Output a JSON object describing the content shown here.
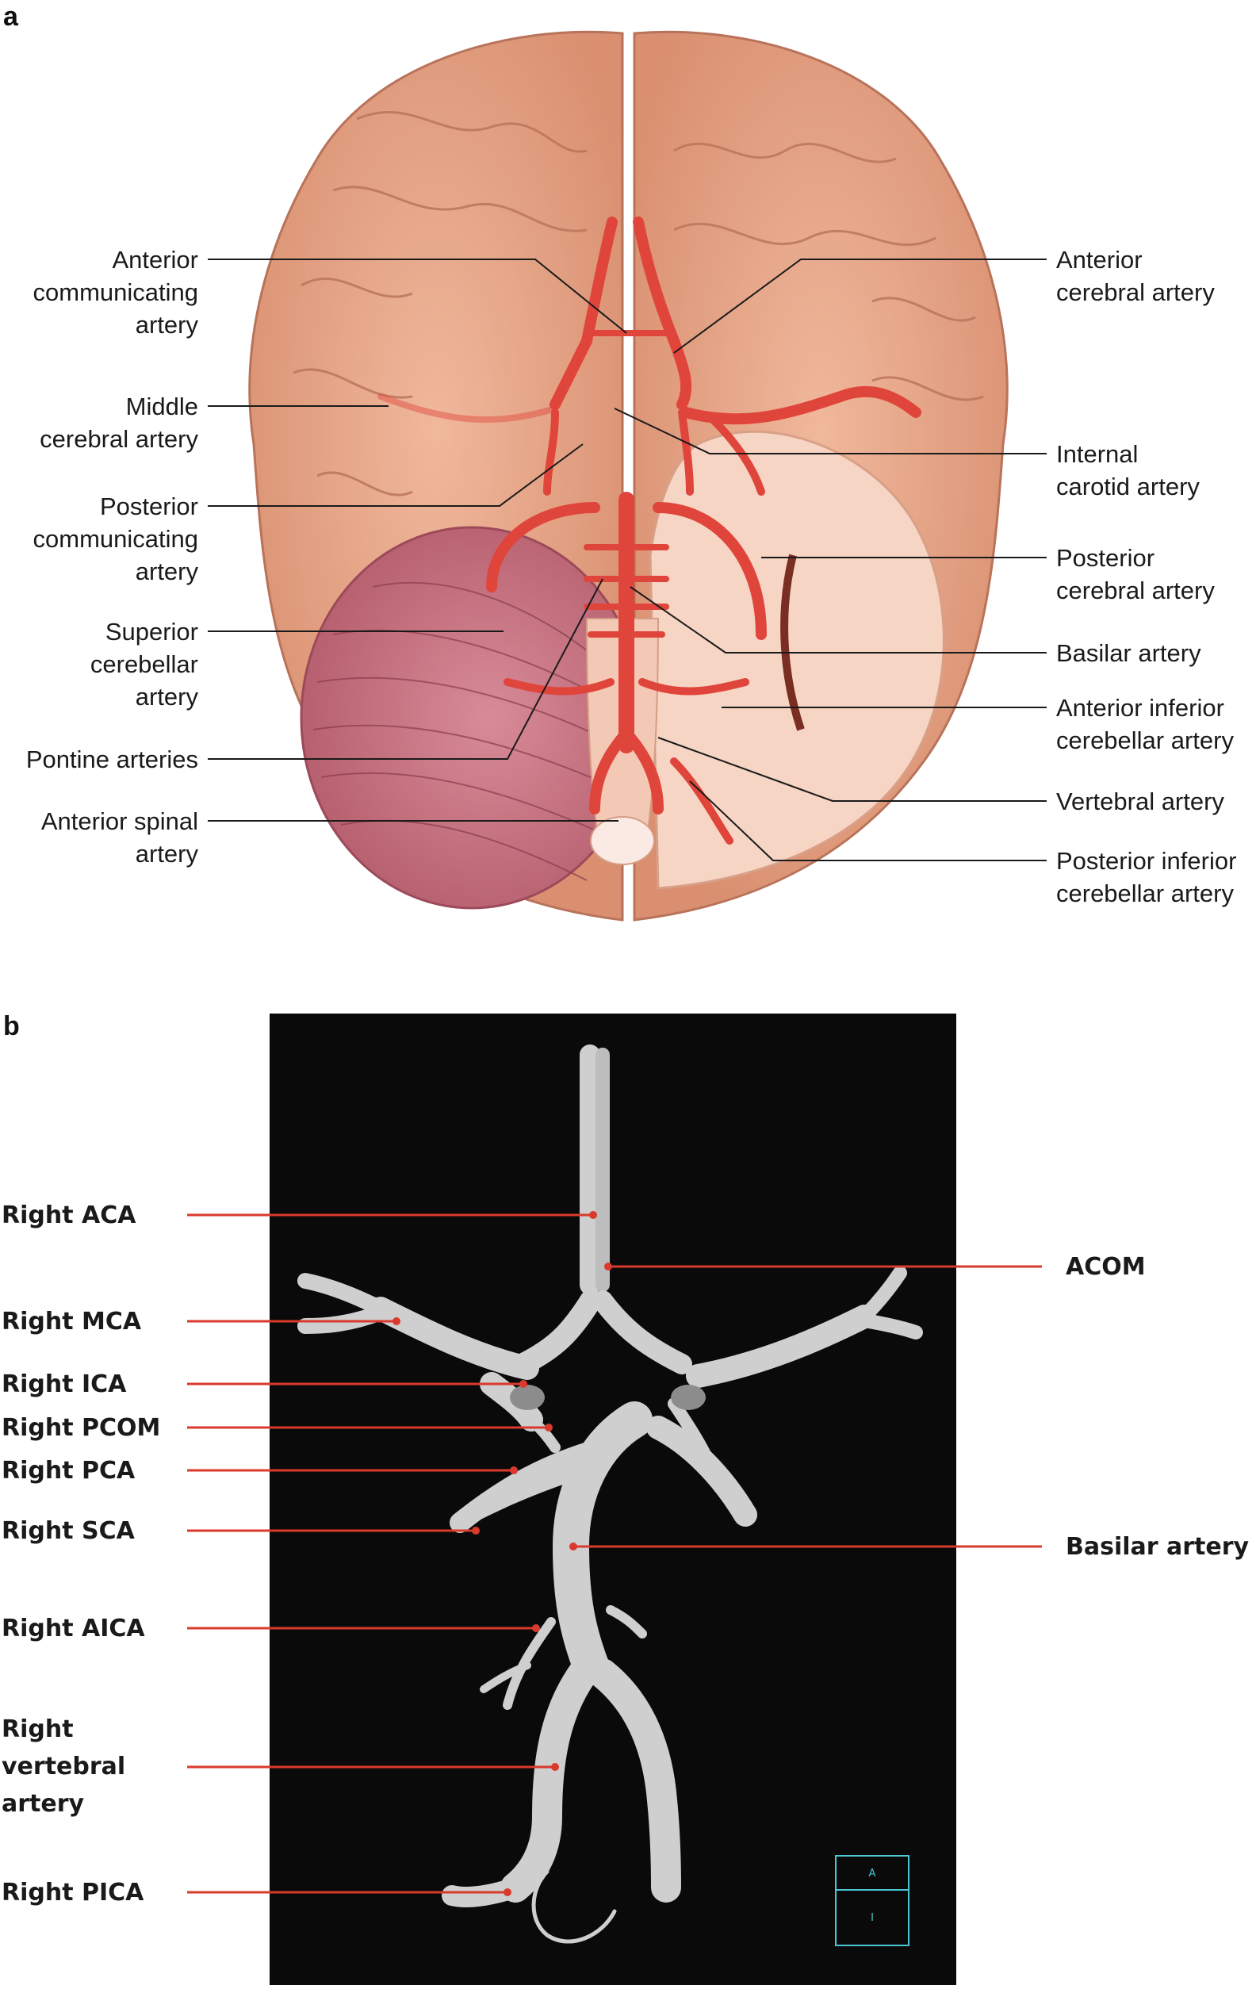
{
  "panel_a": {
    "letter": "a",
    "labels_left": [
      {
        "lines": [
          "Anterior",
          "communicating",
          "artery"
        ]
      },
      {
        "lines": [
          "Middle",
          "cerebral artery"
        ]
      },
      {
        "lines": [
          "Posterior",
          "communicating",
          "artery"
        ]
      },
      {
        "lines": [
          "Superior",
          "cerebellar",
          "artery"
        ]
      },
      {
        "lines": [
          "Pontine arteries"
        ]
      },
      {
        "lines": [
          "Anterior spinal",
          "artery"
        ]
      }
    ],
    "labels_right": [
      {
        "lines": [
          "Anterior",
          "cerebral artery"
        ]
      },
      {
        "lines": [
          "Internal",
          "carotid artery"
        ]
      },
      {
        "lines": [
          "Posterior",
          "cerebral artery"
        ]
      },
      {
        "lines": [
          "Basilar artery"
        ]
      },
      {
        "lines": [
          "Anterior inferior",
          "cerebellar artery"
        ]
      },
      {
        "lines": [
          "Vertebral artery"
        ]
      },
      {
        "lines": [
          "Posterior inferior",
          "cerebellar artery"
        ]
      }
    ],
    "colors": {
      "brain": "#e8a88c",
      "brain_dark": "#c97e62",
      "artery": "#e0453b",
      "cerebellum": "#c8707f",
      "cut_surface": "#f6d5c4"
    }
  },
  "panel_b": {
    "letter": "b",
    "labels_left": [
      {
        "lines": [
          "Right ACA"
        ]
      },
      {
        "lines": [
          "Right MCA"
        ]
      },
      {
        "lines": [
          "Right ICA"
        ]
      },
      {
        "lines": [
          "Right PCOM"
        ]
      },
      {
        "lines": [
          "Right PCA"
        ]
      },
      {
        "lines": [
          "Right SCA"
        ]
      },
      {
        "lines": [
          "Right AICA"
        ]
      },
      {
        "lines": [
          "Right",
          "vertebral",
          "artery"
        ]
      },
      {
        "lines": [
          "Right PICA"
        ]
      }
    ],
    "labels_right": [
      {
        "lines": [
          "ACOM"
        ]
      },
      {
        "lines": [
          "Basilar artery"
        ]
      }
    ],
    "orientation_cube": {
      "top": "A",
      "front": "I"
    },
    "colors": {
      "background": "#0a0a0a",
      "vessel": "#d4d4d4",
      "leader": "#d93a2b",
      "cube": "#49c7d4"
    }
  }
}
